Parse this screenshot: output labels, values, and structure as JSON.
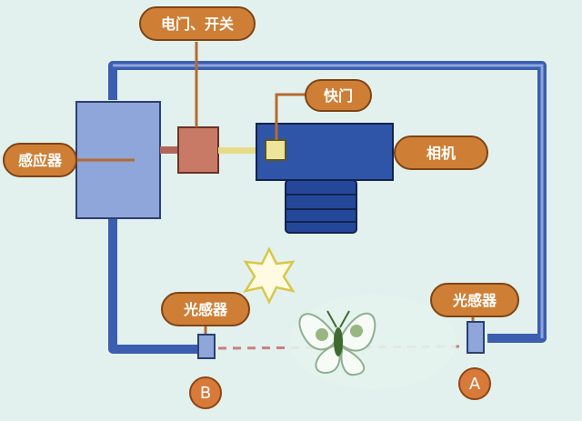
{
  "labels": {
    "power_switch": "电门、开关",
    "shutter": "快门",
    "sensor": "感应器",
    "camera": "相机",
    "light_sensor_b": "光感器",
    "light_sensor_a": "光感器"
  },
  "markers": {
    "b": "B",
    "a": "A"
  },
  "colors": {
    "background": "#dff0ec",
    "wire": "#4868b8",
    "sensor_box": "#8ea6d9",
    "switch_box": "#c87a67",
    "camera_body": "#2f55a8",
    "shutter_box": "#eee59a",
    "label_bubble": "#cf7f35",
    "marker_circle": "#d87a3a",
    "beam": "#c97f7f"
  }
}
